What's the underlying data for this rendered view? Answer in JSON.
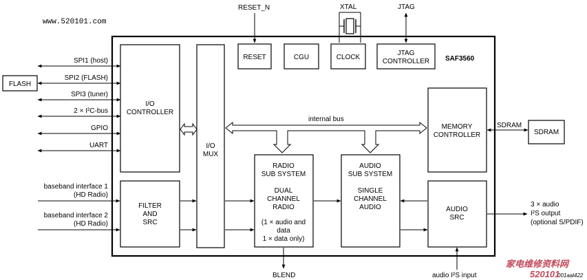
{
  "watermark_site": "www.520101.com",
  "watermark_cn": "家电维修资料网",
  "watermark_url": "520101",
  "figure_code": "001aal422",
  "chip_label": "SAF3560",
  "top_signals": {
    "reset_n": "RESET_N",
    "xtal": "XTAL",
    "jtag": "JTAG"
  },
  "blocks": {
    "reset": "RESET",
    "cgu": "CGU",
    "clock": "CLOCK",
    "jtag_controller": [
      "JTAG",
      "CONTROLLER"
    ],
    "io_controller": [
      "I/O",
      "CONTROLLER"
    ],
    "io_mux": [
      "I/O",
      "MUX"
    ],
    "filter_src": [
      "FILTER",
      "AND",
      "SRC"
    ],
    "radio_subsystem": [
      "RADIO",
      "SUB SYSTEM",
      "DUAL",
      "CHANNEL",
      "RADIO",
      "(1 × audio and",
      "data",
      "1 × data only)"
    ],
    "audio_subsystem": [
      "AUDIO",
      "SUB SYSTEM",
      "SINGLE",
      "CHANNEL",
      "AUDIO"
    ],
    "memory_controller": [
      "MEMORY",
      "CONTROLLER"
    ],
    "audio_src": [
      "AUDIO",
      "SRC"
    ],
    "flash": "FLASH",
    "sdram": "SDRAM"
  },
  "left_signals": [
    "SPI1 (host)",
    "SPI2 (FLASH)",
    "SPI3 (tuner)",
    "2 × I²C-bus",
    "GPIO",
    "UART"
  ],
  "baseband": [
    [
      "baseband interface 1",
      "(HD Radio)"
    ],
    [
      "baseband interface 2",
      "(HD Radio)"
    ]
  ],
  "internal_bus": "internal bus",
  "sdram_bus": "SDRAM",
  "blend": "BLEND",
  "audio_i2s_input": "audio I²S input",
  "audio_output": [
    "3 × audio",
    "I²S output",
    "(optional S/PDIF)"
  ]
}
